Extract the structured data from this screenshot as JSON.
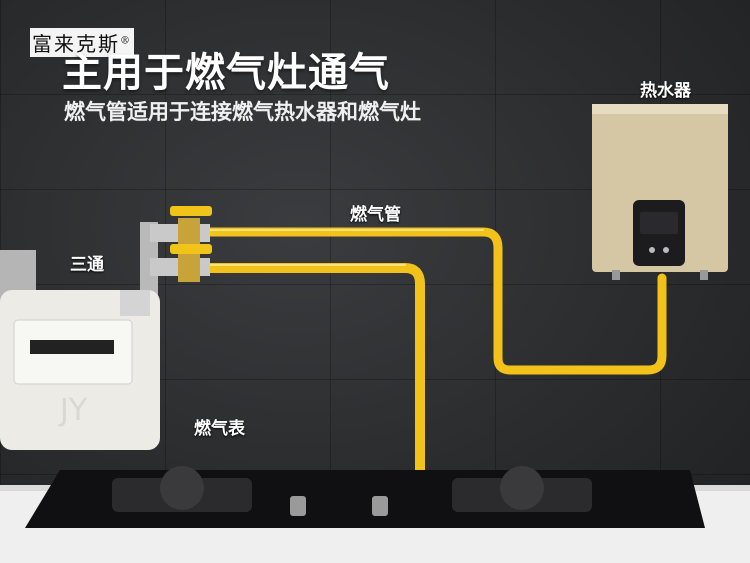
{
  "brand": {
    "name": "富来克斯",
    "mark": "®"
  },
  "title": "主用于燃气灶通气",
  "subtitle": "燃气管适用于连接燃气热水器和燃气灶",
  "labels": {
    "water_heater": "热水器",
    "gas_pipe": "燃气管",
    "tee": "三通",
    "gas_meter": "燃气表"
  },
  "colors": {
    "pipe": "#f2c21b",
    "wall": "#2e2f31",
    "heater": "#d8c9a8",
    "meter": "#eeeeea",
    "counter": "#f2f2f2"
  }
}
